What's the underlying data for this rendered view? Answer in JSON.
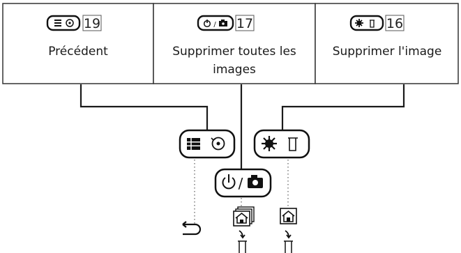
{
  "panels": [
    {
      "number": "19",
      "label": "Précédent",
      "key_icon": "list-rotate-key-icon"
    },
    {
      "number": "17",
      "label_line1": "Supprimer toutes les",
      "label_line2": "images",
      "key_icon": "power-camera-key-icon"
    },
    {
      "number": "16",
      "label": "Supprimer l'image",
      "key_icon": "sun-trash-key-icon"
    }
  ],
  "buttons": {
    "left": {
      "icons": [
        "list-icon",
        "rotate-icon"
      ]
    },
    "center": {
      "icons": [
        "power-icon",
        "camera-icon"
      ],
      "separator": "/"
    },
    "right": {
      "icons": [
        "sun-icon",
        "trash-icon"
      ]
    }
  },
  "sequences": {
    "left": [
      "return-arrow-icon"
    ],
    "center": [
      "stacked-home-icon",
      "down-arrow-icon",
      "trash-icon"
    ],
    "right": [
      "home-icon",
      "down-arrow-icon",
      "trash-icon"
    ]
  },
  "colors": {
    "line": "#1a1a1a",
    "border": "#333333",
    "dotted": "#666666"
  }
}
